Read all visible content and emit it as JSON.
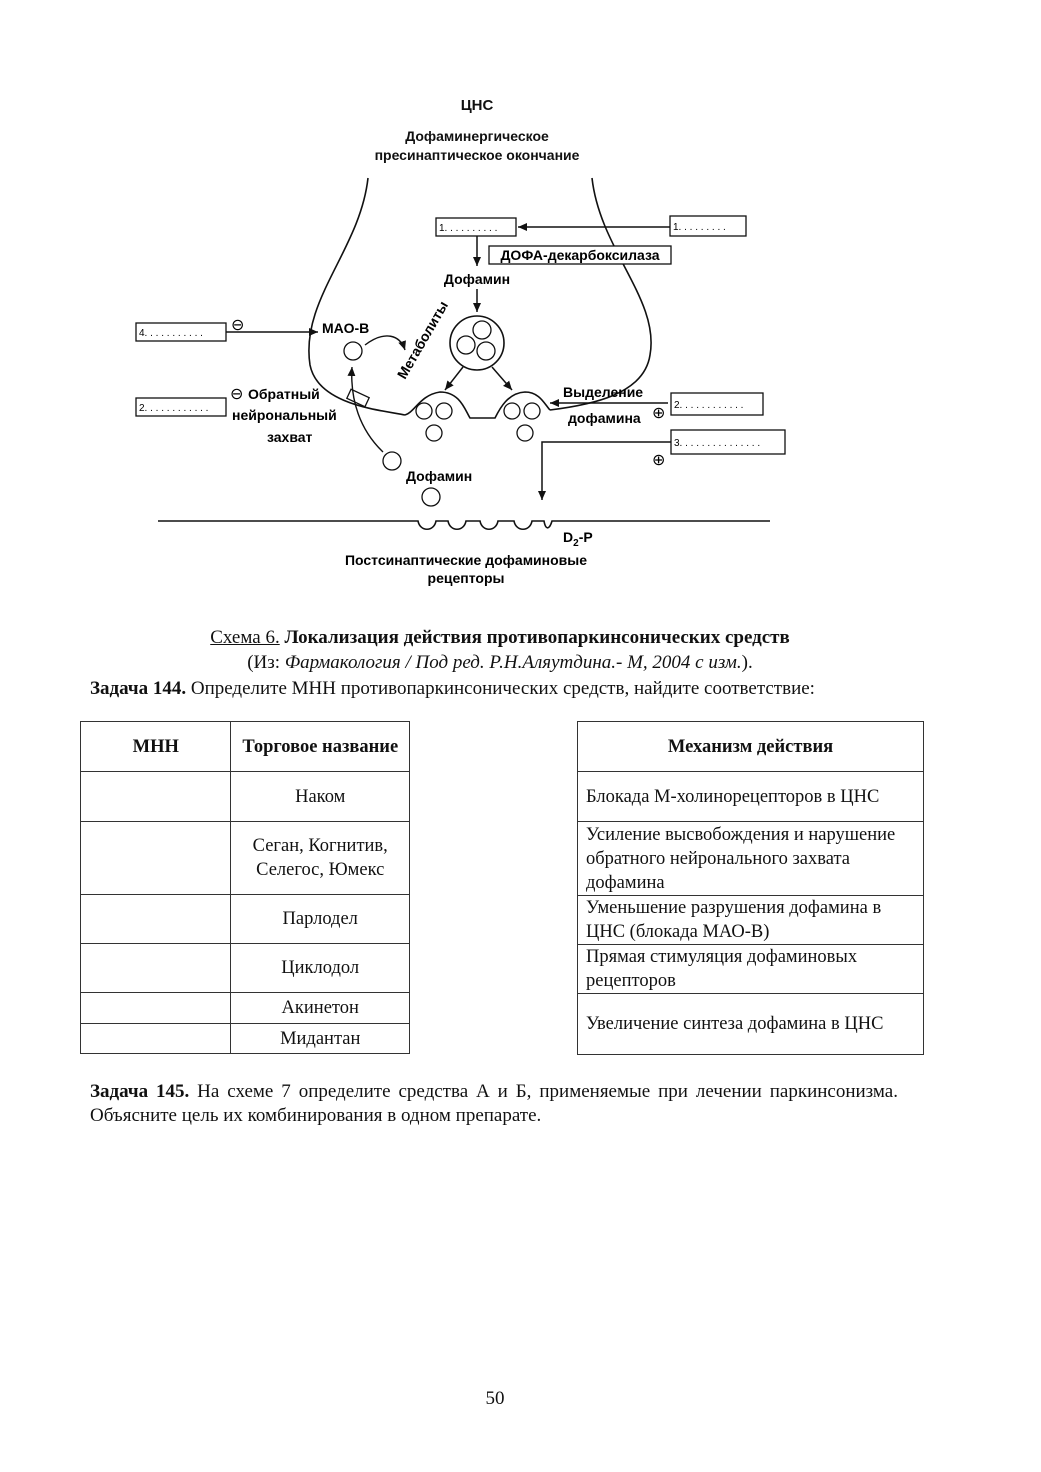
{
  "diagram": {
    "cns": "ЦНС",
    "terminal_line1": "Дофаминергическое",
    "terminal_line2": "пресинаптическое окончание",
    "box_left_top": "1. . . . . . . . . .",
    "box_right_top": "1. . . . . . . . .",
    "dopa_decarboxylase": "ДОФА-декарбоксилаза",
    "dopamine_top": "Дофамин",
    "box_4": "4. . . . . . . . . . .",
    "mao_b": "МАО-В",
    "metabolites": "Метаболиты",
    "box_2_left": "2. . . . . . . . . . . .",
    "reuptake_line1": "Обратный",
    "reuptake_line2": "нейрональный",
    "reuptake_line3": "захват",
    "release_line1": "Выделение",
    "release_line2": "дофамина",
    "box_2_right": "2. . . . . . . . . . . .",
    "box_3": "3. . . . . . . . . . . . . . .",
    "dopamine_bottom": "Дофамин",
    "d2_receptor_main": "D",
    "d2_receptor_sub": "2",
    "d2_receptor_suffix": "-Р",
    "postsyn_line1": "Постсинаптические дофаминовые",
    "postsyn_line2": "рецепторы",
    "sign_minus": "⊖",
    "sign_plus": "⊕"
  },
  "caption": {
    "scheme_label": "Схема 6.",
    "scheme_title": "Локализация действия противопаркинсонических средств",
    "source_prefix": "(Из: ",
    "source_italic": "Фармакология / Под ред. Р.Н.Аляутдина.- М, 2004 с изм.",
    "source_suffix": ")."
  },
  "task144": {
    "label": "Задача 144.",
    "text": " Определите  МНН противопаркинсонических средств, найдите соответствие:"
  },
  "mnn_table": {
    "header_mnn": "МНН",
    "header_trade": "Торговое название",
    "rows": [
      {
        "mnn": "",
        "trade": "Наком"
      },
      {
        "mnn": "",
        "trade": "Сеган, Когнитив, Селегос, Юмекс"
      },
      {
        "mnn": "",
        "trade": "Парлодел"
      },
      {
        "mnn": "",
        "trade": "Циклодол"
      },
      {
        "mnn": "",
        "trade": "Акинетон"
      },
      {
        "mnn": "",
        "trade": "Мидантан"
      }
    ]
  },
  "mech_table": {
    "header": "Механизм действия",
    "rows": [
      "Блокада М-холинорецепторов в ЦНС",
      "Усиление высвобождения и нарушение обратного нейронального захвата дофамина",
      "Уменьшение разрушения дофамина в ЦНС (блокада МАО-В)",
      "Прямая стимуляция дофаминовых рецепторов",
      "Увеличение синтеза дофамина в ЦНС"
    ]
  },
  "task145": {
    "label": "Задача 145.",
    "text": " На схеме 7 определите средства  А и Б, применяемые при лечении паркинсонизма. Объясните цель их комбинирования в одном препарате."
  },
  "page_number": "50"
}
